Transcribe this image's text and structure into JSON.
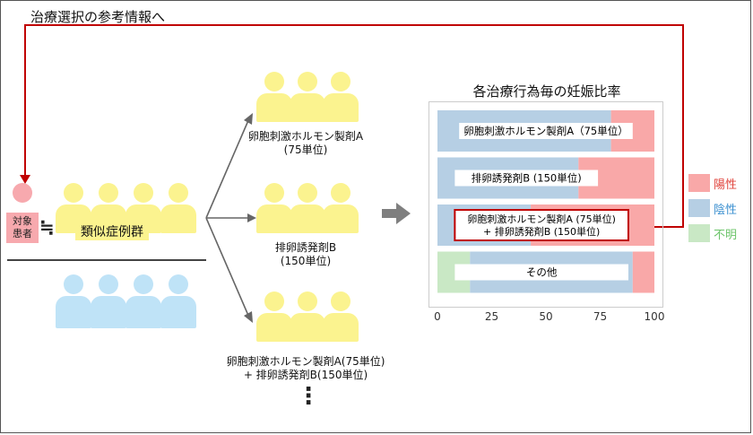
{
  "title": "治療選択の参考情報へ",
  "patient": {
    "label_line1": "対象",
    "label_line2": "患者"
  },
  "approx_symbol": "≒",
  "group": {
    "label": "類似症例群"
  },
  "branches": [
    {
      "line1": "卵胞刺激ホルモン製剤A",
      "line2": "(75単位)"
    },
    {
      "line1": "排卵誘発剤B",
      "line2": "(150単位)"
    },
    {
      "line1": "卵胞刺激ホルモン製剤A(75単位)",
      "line2": "+ 排卵誘発剤B(150単位)"
    }
  ],
  "ellipsis": "⋮",
  "colors": {
    "positive": "#f9a8a8",
    "negative": "#b6cfe4",
    "unknown": "#c9e8c5",
    "yellow": "#fbf38f",
    "blue": "#bfe3f7",
    "pink": "#f7a9ae",
    "red": "#c00000"
  },
  "chart_data": {
    "type": "bar",
    "orientation": "horizontal",
    "stacked": true,
    "title": "各治療行為毎の妊娠比率",
    "xlim": [
      0,
      100
    ],
    "xticks": [
      "0",
      "25",
      "50",
      "75",
      "100"
    ],
    "categories": [
      "卵胞刺激ホルモン製剤A（75単位）",
      "排卵誘発剤B (150単位)",
      "卵胞刺激ホルモン製剤A (75単位) + 排卵誘発剤B (150単位)",
      "その他"
    ],
    "series": [
      {
        "name": "不明",
        "values": [
          0,
          0,
          0,
          15
        ]
      },
      {
        "name": "陰性",
        "values": [
          80,
          65,
          43,
          75
        ]
      },
      {
        "name": "陽性",
        "values": [
          20,
          35,
          57,
          10
        ]
      }
    ],
    "legend": [
      "陽性",
      "陰性",
      "不明"
    ],
    "legend_position": "right",
    "highlighted_category": 2
  }
}
